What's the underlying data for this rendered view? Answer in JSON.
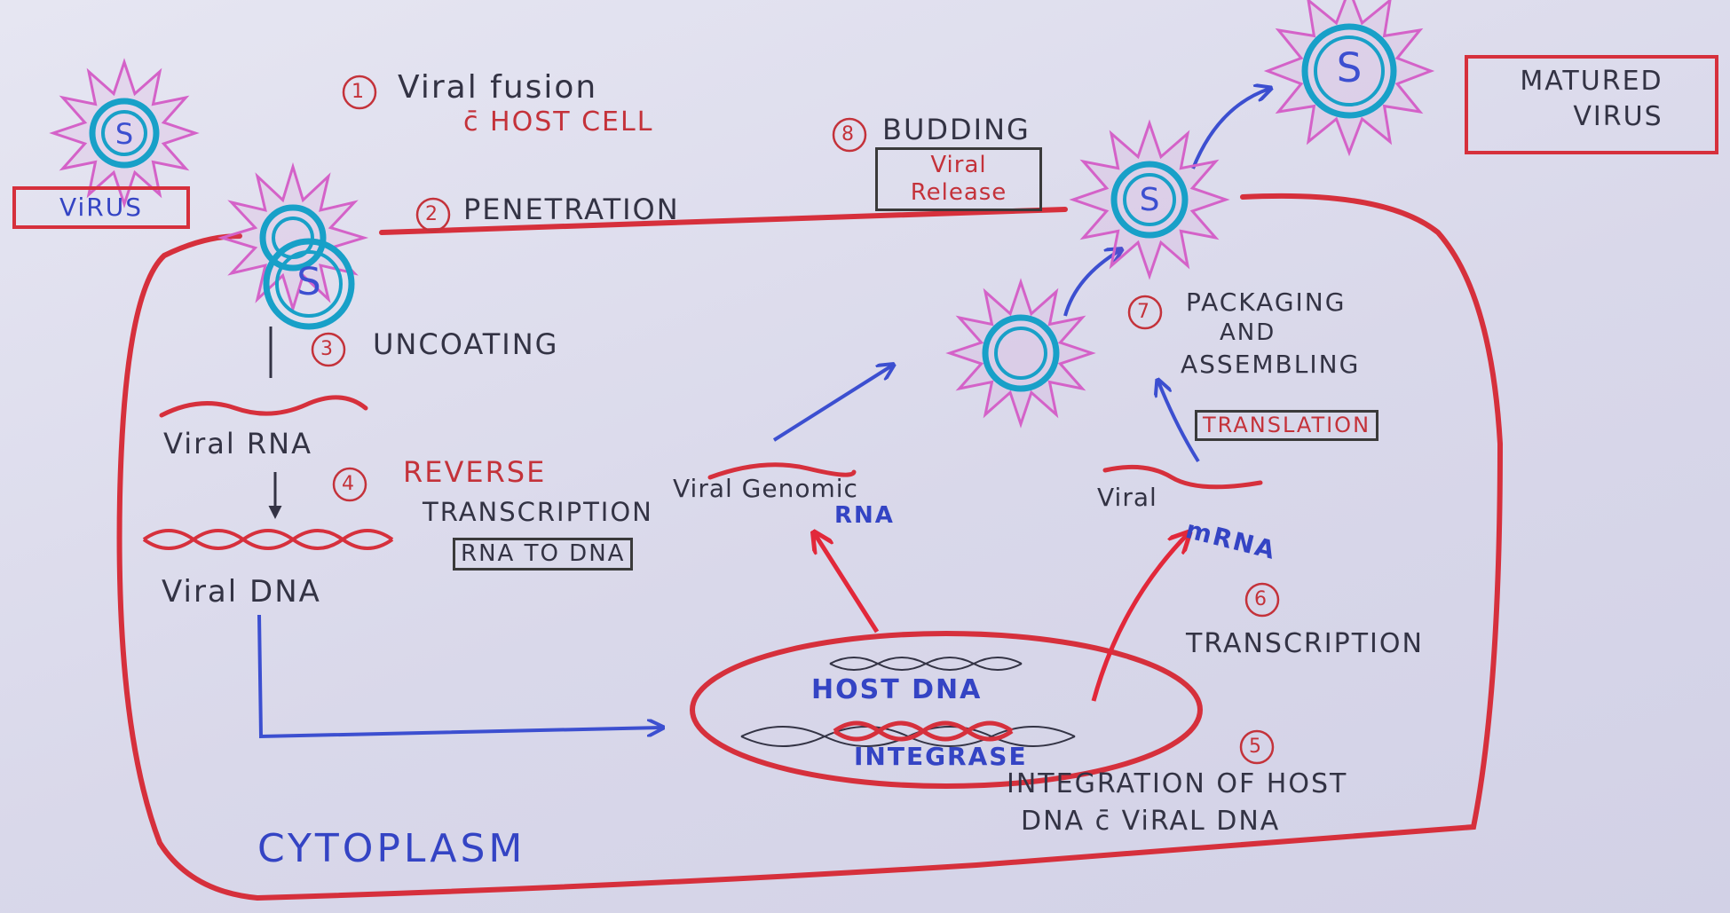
{
  "colors": {
    "background": "#dcdcec",
    "membrane": "#d6303c",
    "virus_spikes": "#d462c8",
    "capsid": "#18a0c8",
    "arrow_blue": "#3c4fd0",
    "text_dark": "#333344",
    "text_blue": "#3444c4",
    "text_red": "#c4323a"
  },
  "icons": [
    "virus-icon",
    "dna-helix-icon",
    "rna-strand-icon",
    "arrow-icon"
  ],
  "capsid_symbol": "S",
  "labels": {
    "virus": "ViRUS",
    "matured_line1": "MATURED",
    "matured_line2": "VIRUS",
    "step1_num": "1",
    "step1_line1": "Viral fusion",
    "step1_line2": "c̄ HOST CELL",
    "step2_num": "2",
    "step2_text": "PENETRATION",
    "step3_num": "3",
    "step3_text": "UNCOATING",
    "viral_rna": "Viral RNA",
    "step4_num": "4",
    "step4_line1": "REVERSE",
    "step4_line2": "TRANSCRIPTION",
    "rna_to_dna": "RNA TO DNA",
    "viral_dna": "Viral DNA",
    "genomic_line1": "Viral Genomic",
    "genomic_line2": "RNA",
    "host_dna": "HOST DNA",
    "integrase": "INTEGRASE",
    "step5_num": "5",
    "step5_line1": "INTEGRATION OF HOST",
    "step5_line2": "DNA c̄ ViRAL DNA",
    "step6_num": "6",
    "step6_text": "TRANSCRIPTION",
    "mrna_part1": "Viral",
    "mrna_part2": "mRNA",
    "translation": "TRANSLATION",
    "step7_num": "7",
    "step7_line1": "PACKAGING",
    "step7_line2": "AND",
    "step7_line3": "ASSEMBLING",
    "step8_num": "8",
    "step8_text": "BUDDING",
    "release_line1": "Viral",
    "release_line2": "Release",
    "cytoplasm": "CYTOPLASM"
  }
}
